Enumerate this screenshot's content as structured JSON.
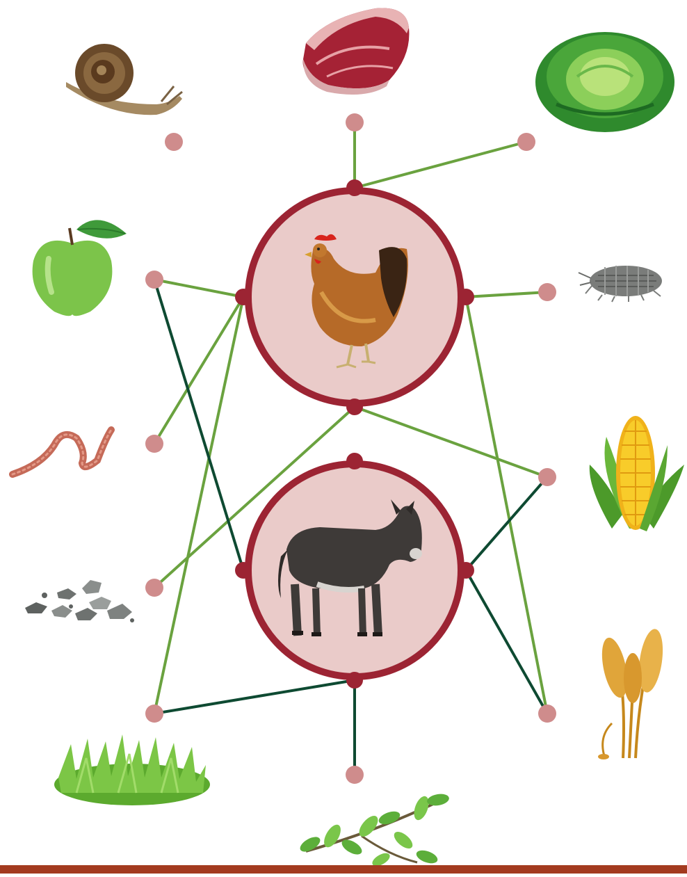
{
  "diagram": {
    "colors": {
      "background": "#ffffff",
      "hub_ring": "#9c2433",
      "hub_fill": "#eacbc9",
      "endpoint": "#cf8c8c",
      "line_light": "#6aa23f",
      "line_dark": "#0e4a32",
      "bottom_band": "#a33a1f"
    },
    "hubs": [
      {
        "id": "chicken",
        "icon": "hen-icon"
      },
      {
        "id": "donkey",
        "icon": "donkey-icon"
      }
    ],
    "foods": [
      {
        "id": "snail",
        "icon": "snail-icon"
      },
      {
        "id": "meat",
        "icon": "meat-steak-icon"
      },
      {
        "id": "cabbage",
        "icon": "cabbage-icon"
      },
      {
        "id": "apple",
        "icon": "green-apple-icon"
      },
      {
        "id": "woodlouse",
        "icon": "woodlouse-icon"
      },
      {
        "id": "worm",
        "icon": "earthworm-icon"
      },
      {
        "id": "corn",
        "icon": "corn-cob-icon"
      },
      {
        "id": "stones",
        "icon": "stones-icon"
      },
      {
        "id": "wheat",
        "icon": "wheat-icon"
      },
      {
        "id": "grass",
        "icon": "grass-icon"
      },
      {
        "id": "leaves",
        "icon": "leafy-branch-icon"
      }
    ],
    "links": [
      {
        "from": "chicken",
        "to": "meat"
      },
      {
        "from": "chicken",
        "to": "cabbage"
      },
      {
        "from": "chicken",
        "to": "apple"
      },
      {
        "from": "chicken",
        "to": "worm"
      },
      {
        "from": "chicken",
        "to": "grass"
      },
      {
        "from": "chicken",
        "to": "woodlouse"
      },
      {
        "from": "chicken",
        "to": "wheat"
      },
      {
        "from": "chicken",
        "to": "stones"
      },
      {
        "from": "chicken",
        "to": "corn"
      },
      {
        "from": "donkey",
        "to": "apple"
      },
      {
        "from": "donkey",
        "to": "corn"
      },
      {
        "from": "donkey",
        "to": "wheat"
      },
      {
        "from": "donkey",
        "to": "grass"
      },
      {
        "from": "donkey",
        "to": "leaves"
      }
    ]
  }
}
